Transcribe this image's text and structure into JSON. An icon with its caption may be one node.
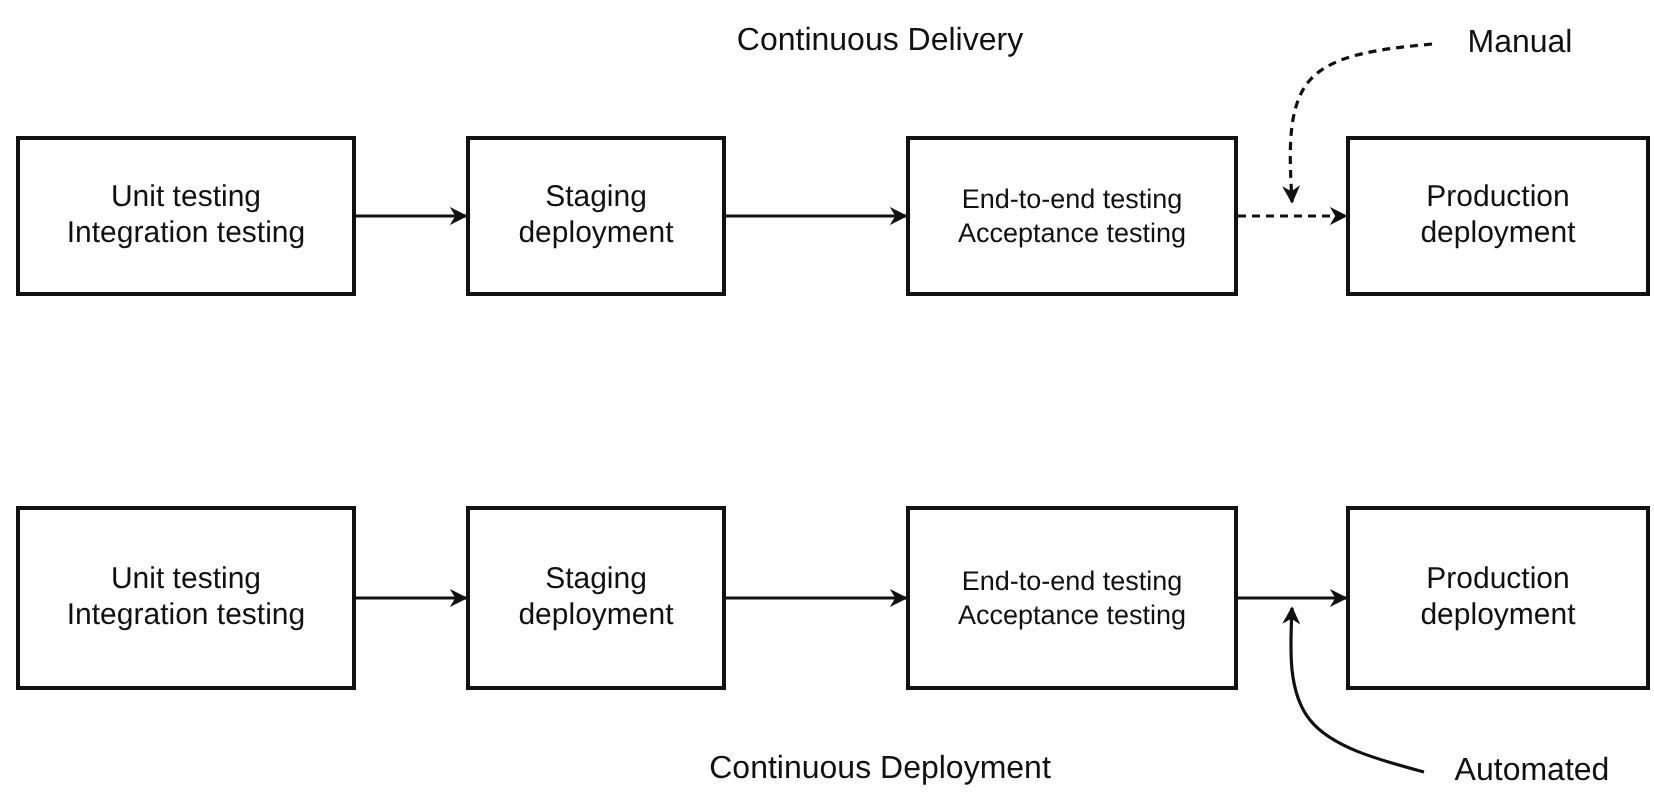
{
  "diagram": {
    "nodes": [
      {
        "text": [
          "Unit testing",
          "Integration testing"
        ]
      },
      {
        "text": [
          "Staging deployment"
        ]
      },
      {
        "text": [
          "End-to-end testing",
          "Acceptance testing"
        ]
      },
      {
        "text": [
          "Production deployment"
        ]
      },
      {
        "text": [
          "Manual"
        ]
      },
      {
        "text": [
          "Unit testing",
          "Integration testing"
        ]
      },
      {
        "text": [
          "Staging deployment"
        ]
      },
      {
        "text": [
          "End-to-end testing",
          "Acceptance testing"
        ]
      },
      {
        "text": [
          "Production deployment"
        ]
      },
      {
        "text": [
          "Automated"
        ]
      }
    ],
    "edges": [
      {
        "from": 0,
        "to": 1,
        "arrow": "to"
      },
      {
        "from": 1,
        "to": 2,
        "arrow": "to"
      },
      {
        "from": 2,
        "to": 3,
        "arrow": "to",
        "style": "dashed"
      },
      {
        "from": 4,
        "to": null,
        "arrow": "to",
        "style": "dashed"
      },
      {
        "from": 5,
        "to": 6,
        "arrow": "to"
      },
      {
        "from": 6,
        "to": 7,
        "arrow": "to"
      },
      {
        "from": 7,
        "to": 8,
        "arrow": "to"
      },
      {
        "from": 9,
        "to": null,
        "arrow": "to"
      }
    ],
    "labels": [
      "Continuous Delivery",
      "Continuous Deployment"
    ]
  }
}
